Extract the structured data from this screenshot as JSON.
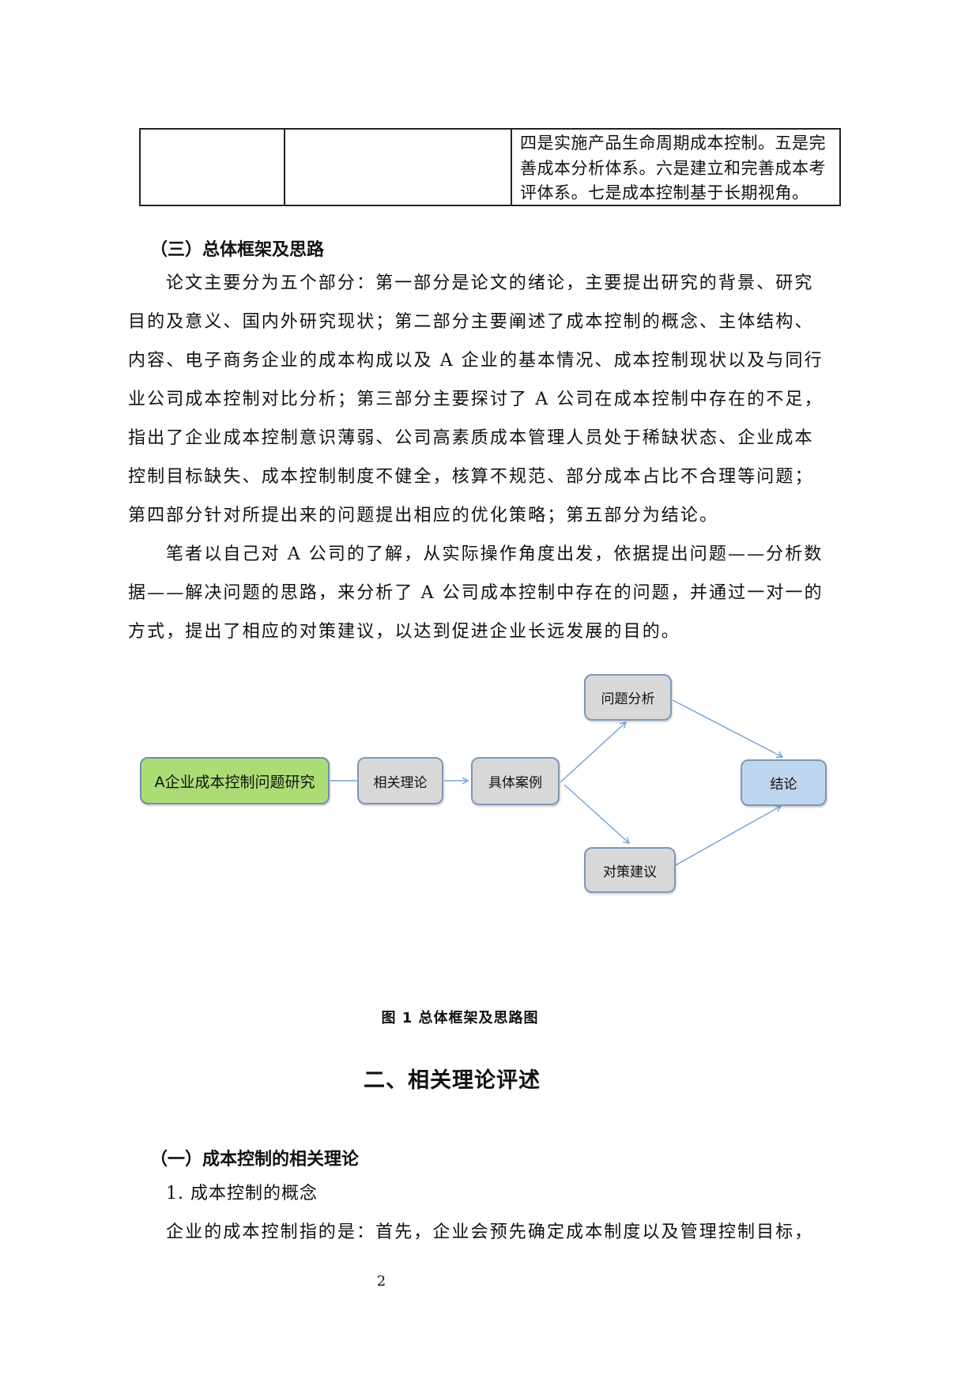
{
  "table_fragment": {
    "columns": 3,
    "rows": [
      {
        "cells": [
          "",
          "",
          [
            "四是实施产品生命周期成本控制。五是完",
            "善成本分析体系。六是建立和完善成本考",
            "评体系。七是成本控制基于长期视角。"
          ]
        ]
      }
    ]
  },
  "section3": {
    "heading": "（三）总体框架及思路",
    "paragraph1": [
      "论文主要分为五个部分：第一部分是论文的绪论，主要提出研究的背景、研究",
      "目的及意义、国内外研究现状；第二部分主要阐述了成本控制的概念、主体结构、",
      "内容、电子商务企业的成本构成以及 A 企业的基本情况、成本控制现状以及与同行",
      "业公司成本控制对比分析；第三部分主要探讨了 A 公司在成本控制中存在的不足，",
      "指出了企业成本控制意识薄弱、公司高素质成本管理人员处于稀缺状态、企业成本",
      "控制目标缺失、成本控制制度不健全，核算不规范、部分成本占比不合理等问题；",
      "第四部分针对所提出来的问题提出相应的优化策略；第五部分为结论。"
    ],
    "paragraph2": [
      "笔者以自己对 A 公司的了解，从实际操作角度出发，依据提出问题——分析数",
      "据——解决问题的思路，来分析了 A 公司成本控制中存在的问题，并通过一对一的",
      "方式，提出了相应的对策建议，以达到促进企业长远发展的目的。"
    ]
  },
  "diagram": {
    "nodes": {
      "start": "A企业成本控制问题研究",
      "theory": "相关理论",
      "case": "具体案例",
      "analysis": "问题分析",
      "suggestion": "对策建议",
      "conclusion": "结论"
    },
    "edges": [
      [
        "start",
        "theory"
      ],
      [
        "theory",
        "case"
      ],
      [
        "case",
        "analysis"
      ],
      [
        "case",
        "suggestion"
      ],
      [
        "analysis",
        "conclusion"
      ],
      [
        "suggestion",
        "conclusion"
      ]
    ],
    "colors": {
      "start_fill": "#acdd75",
      "middle_fill": "#d8d8d8",
      "end_fill": "#bdd6ee",
      "border": "#7d98b8",
      "arrow": "#6fa3d8"
    },
    "caption": "图 1  总体框架及思路图"
  },
  "chapter2": {
    "heading": "二、相关理论评述",
    "sub1_heading": "（一）成本控制的相关理论",
    "item1_heading": "1. 成本控制的概念",
    "item1_text": "企业的成本控制指的是：首先，企业会预先确定成本制度以及管理控制目标，"
  },
  "page_number": "2"
}
